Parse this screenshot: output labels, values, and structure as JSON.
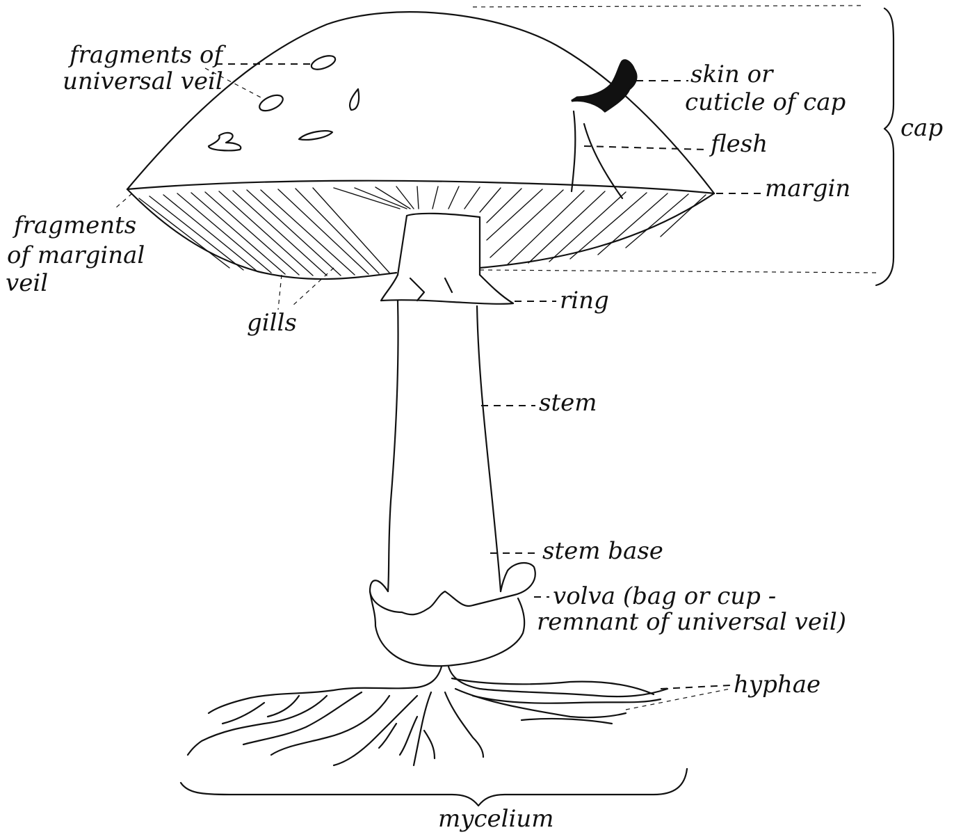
{
  "labels": {
    "universal_veil_fragments": [
      "fragments of",
      "universal veil"
    ],
    "skin_cuticle": [
      "skin or",
      "cuticle of cap"
    ],
    "flesh": "flesh",
    "margin": "margin",
    "cap": "cap",
    "marginal_veil_fragments": [
      "fragments",
      "of marginal",
      "veil"
    ],
    "gills": "gills",
    "ring": "ring",
    "stem": "stem",
    "stem_base": "stem base",
    "volva": [
      "volva (bag or cup -",
      "remnant of universal veil)"
    ],
    "hyphae": "hyphae",
    "mycelium": "mycelium"
  }
}
